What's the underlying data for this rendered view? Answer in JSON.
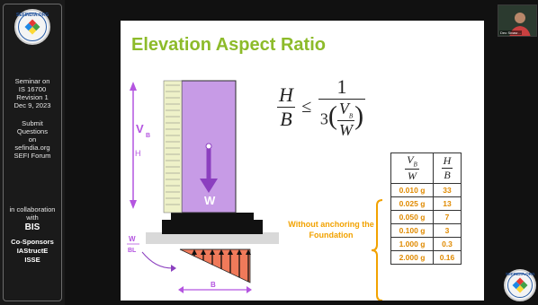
{
  "sidebar": {
    "logo_text": "SEFINDIA.ORG",
    "lines": [
      "Seminar on",
      "IS 16700",
      "Revision 1",
      "Dec 9, 2023",
      "Submit",
      "Questions",
      "on",
      "sefindia.org",
      "SEFI Forum",
      "in collaboration",
      "with",
      "BIS",
      "Co-Sponsors",
      "IAStructE",
      "ISSE"
    ]
  },
  "slide": {
    "title": "Elevation Aspect Ratio",
    "formula": {
      "lhs_num": "H",
      "lhs_den": "B",
      "op": "≤",
      "rhs_num": "1",
      "rhs_coef": "3",
      "rhs_inner_num": "V",
      "rhs_inner_num_sub": "B",
      "rhs_inner_den": "W"
    },
    "diagram": {
      "vb_label": "V",
      "vb_sub": "B",
      "h_label": "H",
      "w_label": "W",
      "wbl_num": "W",
      "wbl_den": "BL",
      "b_label": "B"
    },
    "note": "Without anchoring the Foundation",
    "table": {
      "col1_num": "V",
      "col1_num_sub": "B",
      "col1_den": "W",
      "col2_num": "H",
      "col2_den": "B",
      "rows": [
        {
          "vbw": "0.010 g",
          "hb": "33"
        },
        {
          "vbw": "0.025 g",
          "hb": "13"
        },
        {
          "vbw": "0.050 g",
          "hb": "7"
        },
        {
          "vbw": "0.100 g",
          "hb": "3"
        },
        {
          "vbw": "1.000 g",
          "hb": "0.3"
        },
        {
          "vbw": "2.000 g",
          "hb": "0.16"
        }
      ]
    }
  },
  "webcam": {
    "name": "Deo Sivasr..."
  },
  "colors": {
    "title_green": "#8dbb2a",
    "building_purple": "#c79be6",
    "pressure_red": "#f07a5a",
    "accent_orange": "#f2a200"
  }
}
